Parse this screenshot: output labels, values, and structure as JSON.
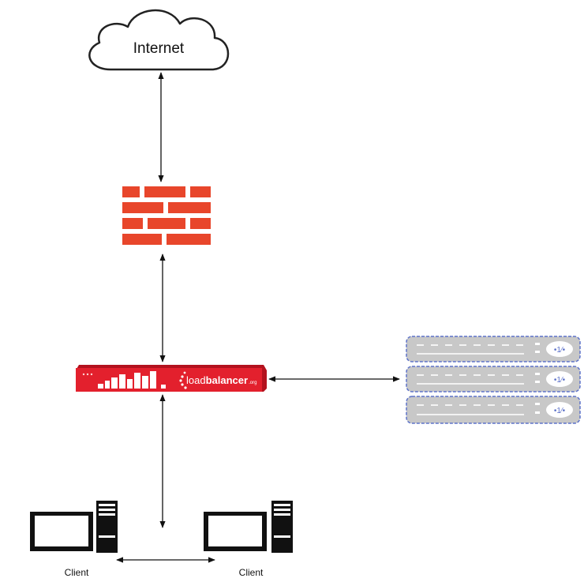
{
  "nodes": {
    "internet": {
      "label": "Internet"
    },
    "firewall": {
      "icon": "firewall-brick-icon",
      "color": "#e8462b"
    },
    "load_balancer": {
      "brand_light": "load",
      "brand_bold": "balancer",
      "brand_suffix": ".org",
      "color": "#e3202d"
    },
    "servers": {
      "count": 3,
      "icon": "server-rack-icon",
      "color": "#c8c8c8",
      "border": "#5e73c9"
    },
    "clients": [
      {
        "label": "Client"
      },
      {
        "label": "Client"
      }
    ]
  },
  "connections": [
    {
      "from": "internet",
      "to": "firewall",
      "bidirectional": true
    },
    {
      "from": "firewall",
      "to": "load_balancer",
      "bidirectional": true
    },
    {
      "from": "load_balancer",
      "to": "servers",
      "bidirectional": true
    },
    {
      "from": "load_balancer",
      "to": "clients",
      "bidirectional": true
    },
    {
      "from": "client_left",
      "to": "client_right",
      "bidirectional": true
    }
  ]
}
